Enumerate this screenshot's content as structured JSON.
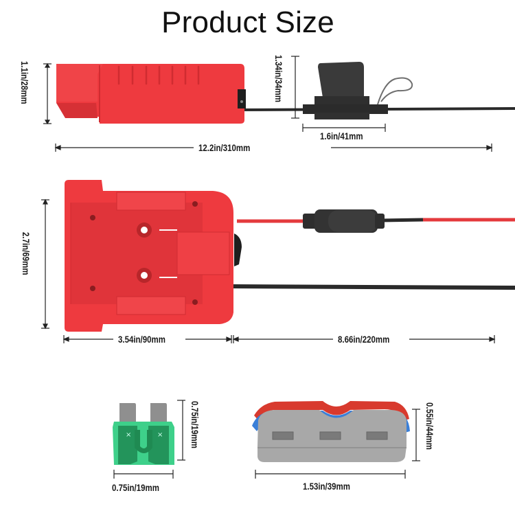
{
  "title": "Product Size",
  "dimensions": {
    "adapter_side_height": "1.1in/28mm",
    "fuse_holder_height": "1.34in/34mm",
    "fuse_holder_width": "1.6in/41mm",
    "total_length": "12.2in/310mm",
    "adapter_top_height": "2.7in/69mm",
    "adapter_top_width": "3.54in/90mm",
    "cable_length": "8.66in/220mm",
    "blade_fuse_height": "0.75in/19mm",
    "blade_fuse_width": "0.75in/19mm",
    "wire_connector_height": "0.55in/44mm",
    "wire_connector_width": "1.53in/39mm"
  },
  "colors": {
    "adapter_red": "#ee3a3f",
    "adapter_dark_red": "#d42a30",
    "cable_black": "#2a2a2a",
    "cable_red": "#e43a3d",
    "fuse_green": "#3ed08a",
    "connector_gray": "#a6a6a6",
    "lever_red": "#d83a2e",
    "lever_blue": "#3a7fd8"
  }
}
